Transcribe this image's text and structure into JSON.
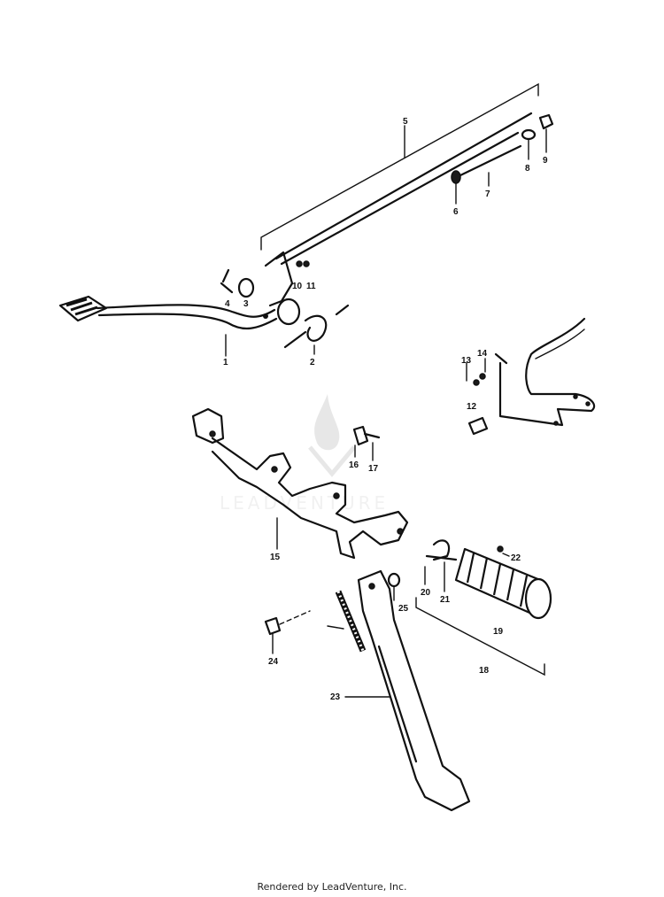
{
  "watermark": {
    "logo": "LeadVenture flame logo",
    "text": "LEADVENTURE"
  },
  "footer": {
    "text": "Rendered by LeadVenture, Inc."
  },
  "callouts": {
    "c1": "1",
    "c2": "2",
    "c3": "3",
    "c4": "4",
    "c5": "5",
    "c6": "6",
    "c7": "7",
    "c8": "8",
    "c9": "9",
    "c10": "10",
    "c11": "11",
    "c12": "12",
    "c13": "13",
    "c14": "14",
    "c15": "15",
    "c16": "16",
    "c17": "17",
    "c18": "18",
    "c19": "19",
    "c20": "20",
    "c21": "21",
    "c22": "22",
    "c23": "23",
    "c24": "24",
    "c25": "25"
  }
}
